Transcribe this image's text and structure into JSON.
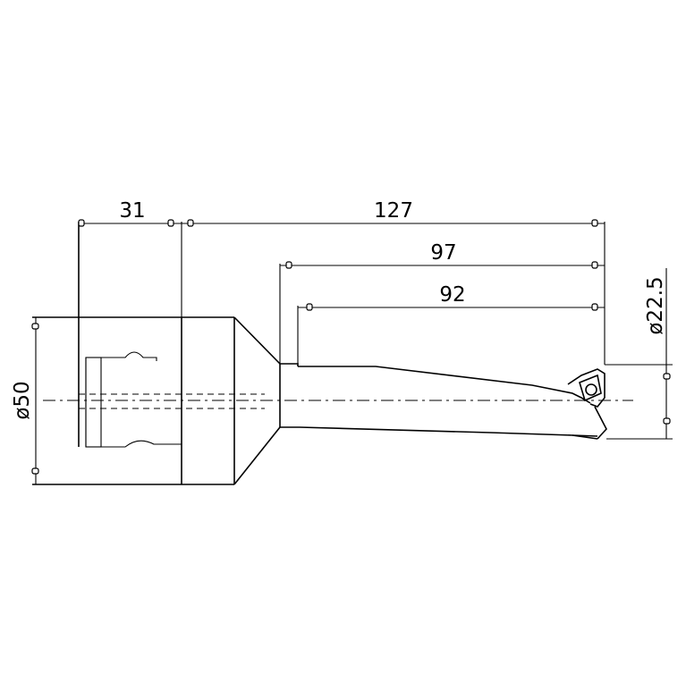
{
  "dimensions": {
    "shank_length": "31",
    "overall_length": "127",
    "flute_length": "97",
    "usable_length": "92",
    "shank_diameter": "ø50",
    "cutting_diameter": "ø22.5"
  },
  "colors": {
    "line": "#000000",
    "background": "#ffffff"
  }
}
